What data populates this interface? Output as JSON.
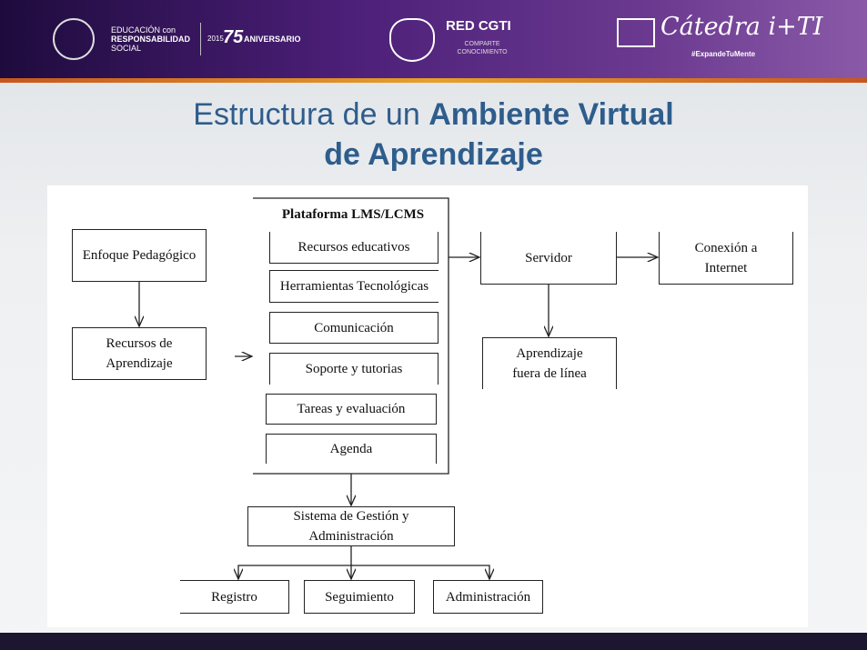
{
  "header": {
    "univ_line1": "EDUCACIÓN con",
    "univ_line2": "RESPONSABILIDAD",
    "univ_line3": "SOCIAL",
    "year": "2015",
    "anniversary": "75",
    "anniversary_label": "ANIVERSARIO",
    "red_title": "RED CGTI",
    "red_sub1": "COMPARTE",
    "red_sub2": "CONOCIMIENTO",
    "catedra": "Cátedra i+TI",
    "hashtag": "#ExpandeTuMente"
  },
  "title": {
    "part1": "Estructura de un ",
    "bold1": "Ambiente Virtual",
    "bold2": "de Aprendizaje"
  },
  "diagram": {
    "enfoque": "Enfoque Pedagógico",
    "recursos_aprendizaje": "Recursos de Aprendizaje",
    "plataforma": "Plataforma LMS/LCMS",
    "modules": [
      "Recursos educativos",
      "Herramientas Tecnológicas",
      "Comunicación",
      "Soporte y tutorias",
      "Tareas y evaluación",
      "Agenda"
    ],
    "servidor": "Servidor",
    "conexion": "Conexión a Internet",
    "offline": "Aprendizaje fuera de línea",
    "sistema": "Sistema de Gestión y Administración",
    "registro": "Registro",
    "seguimiento": "Seguimiento",
    "administracion": "Administración"
  }
}
